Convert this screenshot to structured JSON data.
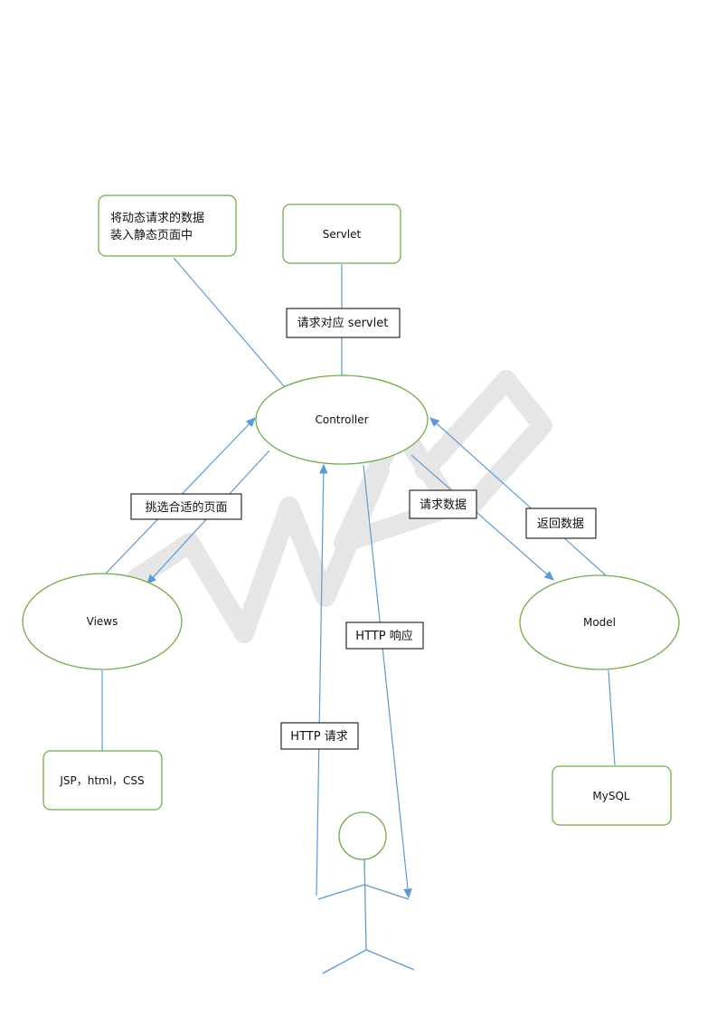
{
  "colors": {
    "node_border": "#70ad47",
    "connector": "#5b9bd5",
    "label_border": "#000000",
    "text": "#111111",
    "watermark": "#e2e2e2"
  },
  "nodes": {
    "note_fill_page": "将动态请求的数据\n装入静态页面中",
    "servlet": "Servlet",
    "controller": "Controller",
    "views": "Views",
    "model": "Model",
    "views_tech": "JSP，html，CSS",
    "database": "MySQL"
  },
  "edge_labels": {
    "request_servlet": "请求对应 servlet",
    "choose_page": "挑选合适的页面",
    "request_data": "请求数据",
    "return_data": "返回数据",
    "http_response": "HTTP 响应",
    "http_request": "HTTP 请求"
  },
  "actor": {
    "icon": "stick-figure-user-icon"
  },
  "watermark": {
    "icon": "wps-watermark-icon"
  }
}
